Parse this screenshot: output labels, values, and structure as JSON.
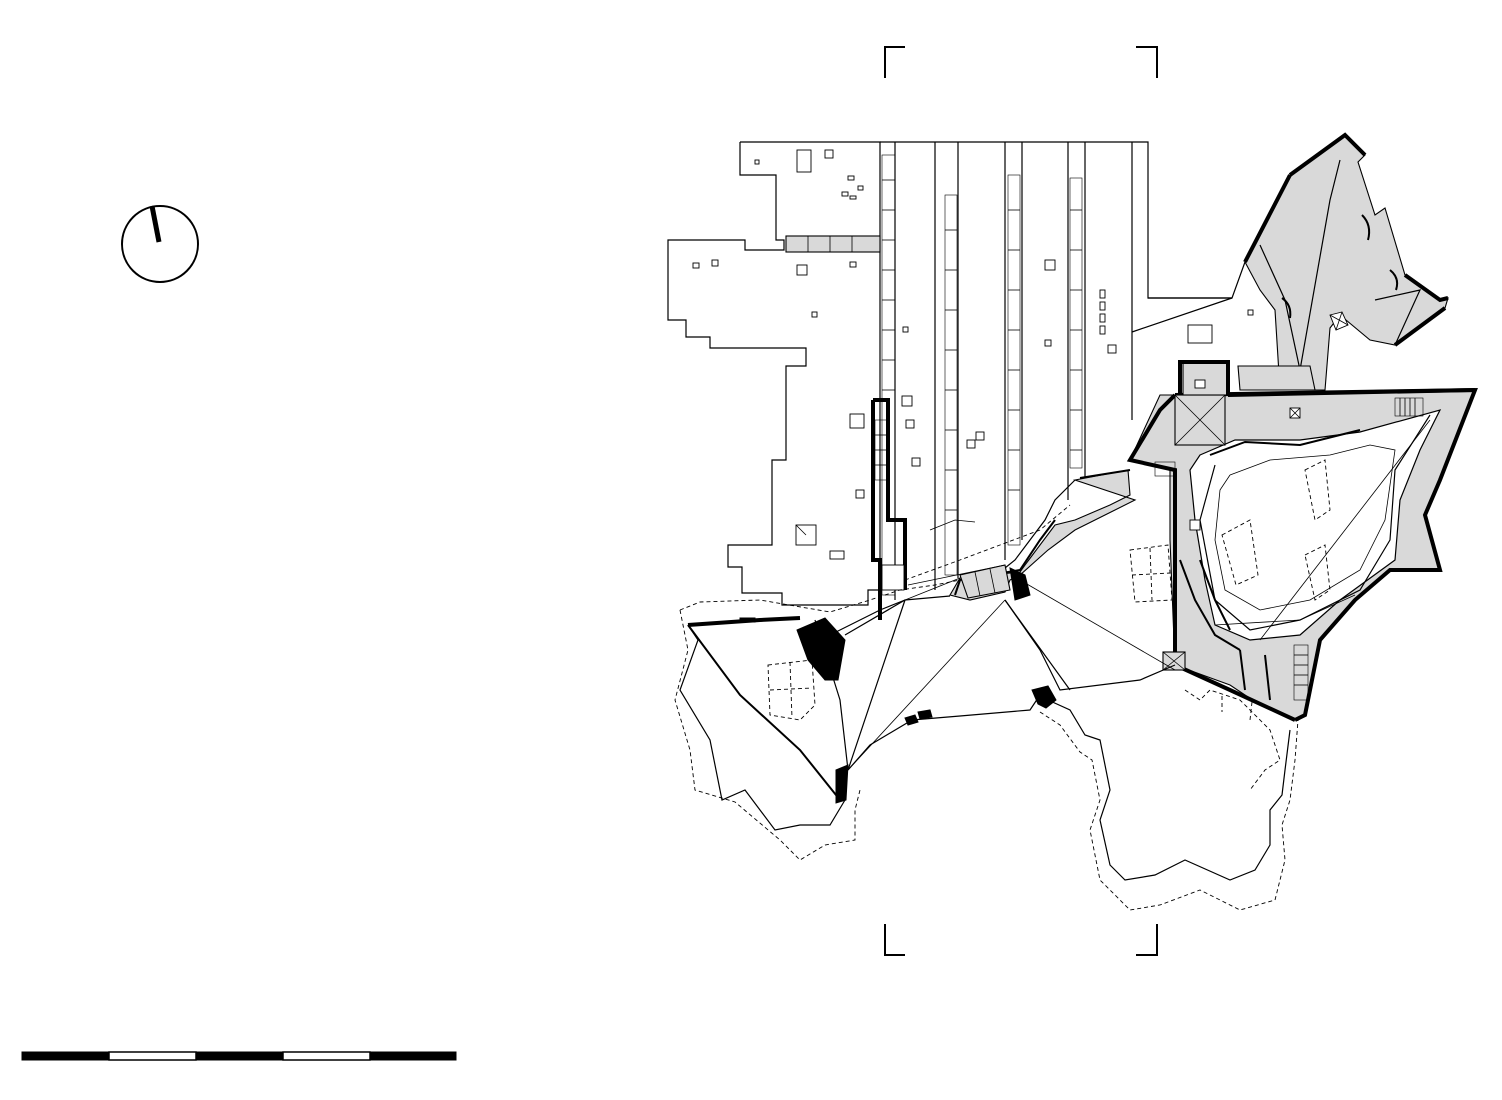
{
  "diagram": {
    "kind": "architectural floor plan",
    "colors": {
      "line": "#000000",
      "shaded_area": "#d9d9d9",
      "background": "#ffffff"
    },
    "north_arrow": {
      "icon": "north-arrow-icon"
    },
    "scale_bar": {
      "segments": 5,
      "pattern": [
        "black",
        "white",
        "black",
        "white",
        "black"
      ]
    },
    "section_marks": {
      "icon": "section-corner-icon",
      "count": 4
    }
  }
}
